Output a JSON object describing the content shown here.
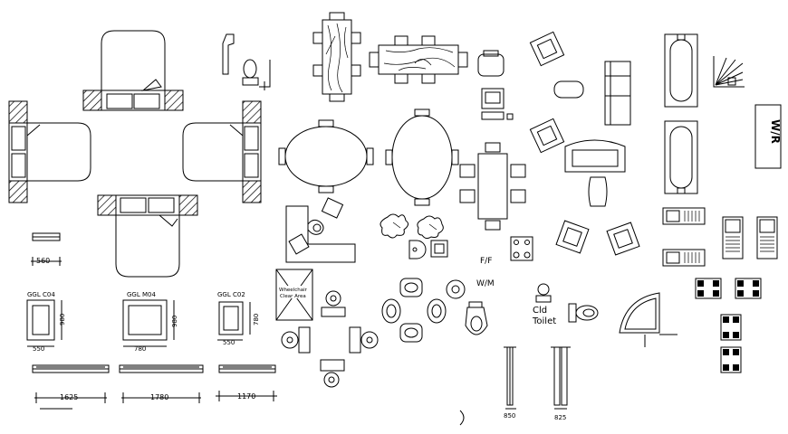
{
  "labels": {
    "ff": "F/F",
    "wm": "W/M",
    "cld_toilet_1": "Cld",
    "cld_toilet_2": "Toilet",
    "wr": "W/R",
    "wheelchair_1": "Wheelchair",
    "wheelchair_2": "Clear Area"
  },
  "dimensions": {
    "door_560": "560",
    "ggl_c04_title": "GGL C04",
    "ggl_c04_height": "980",
    "ggl_c04_width": "550",
    "ggl_m04_title": "GGL M04",
    "ggl_m04_height": "980",
    "ggl_m04_width": "780",
    "ggl_c02_title": "GGL C02",
    "ggl_c02_height": "780",
    "ggl_c02_width": "550",
    "window_1625": "1625",
    "window_1780": "1780",
    "window_1170": "1170",
    "rail_850": "850",
    "rail_825": "825"
  }
}
